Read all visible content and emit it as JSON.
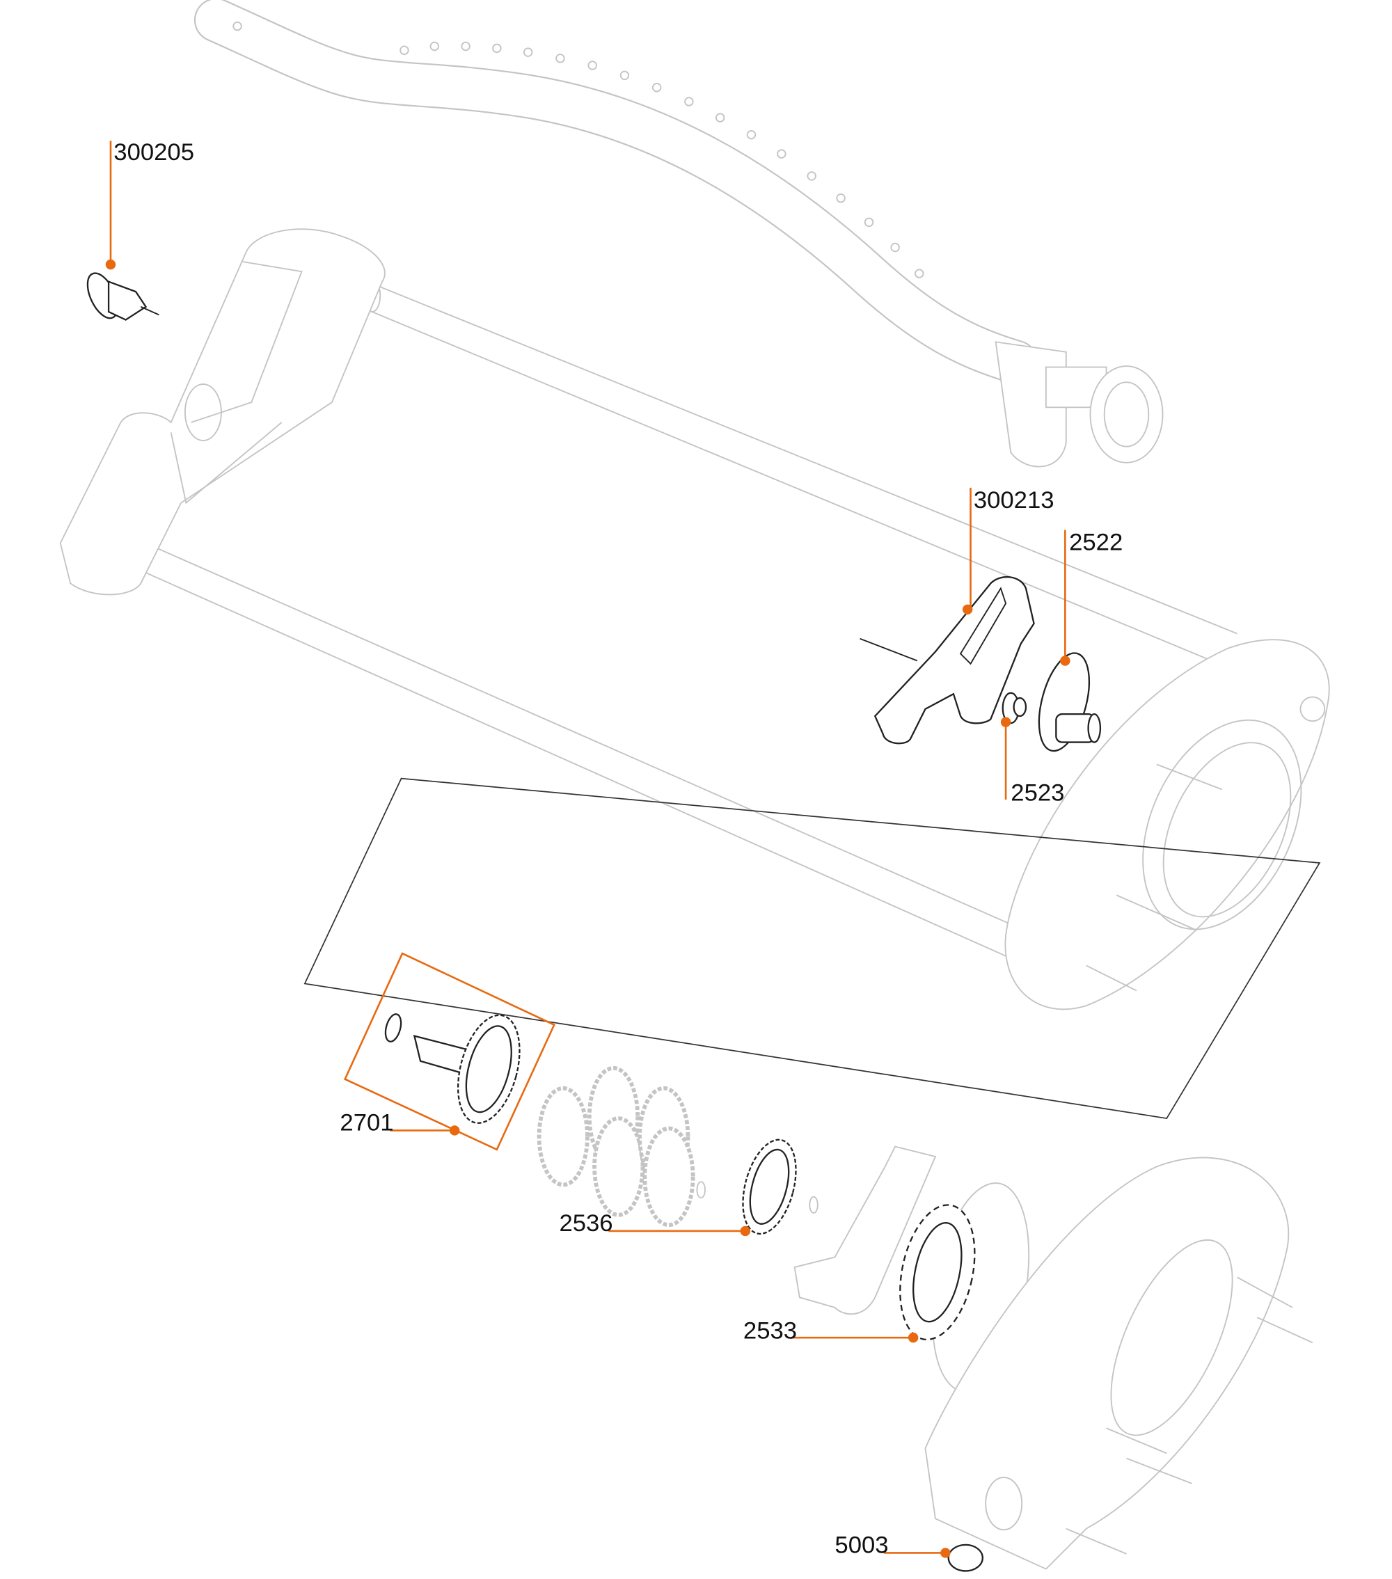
{
  "diagram": {
    "accent_color": "#e8690f",
    "callouts": [
      {
        "id": "callout-300205",
        "label": "300205"
      },
      {
        "id": "callout-300213",
        "label": "300213"
      },
      {
        "id": "callout-2522",
        "label": "2522"
      },
      {
        "id": "callout-2523",
        "label": "2523"
      },
      {
        "id": "callout-2701",
        "label": "2701"
      },
      {
        "id": "callout-2536",
        "label": "2536"
      },
      {
        "id": "callout-2533",
        "label": "2533"
      },
      {
        "id": "callout-5003",
        "label": "5003"
      }
    ]
  }
}
